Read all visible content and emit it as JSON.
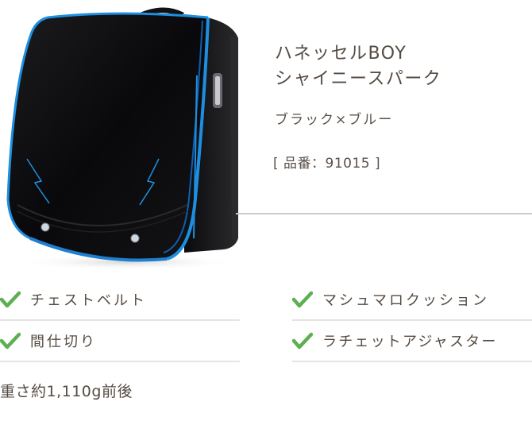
{
  "product": {
    "image_alt": "ランドセル（ブラック×ブルー）",
    "title_line1": "ハネッセルBOY",
    "title_line2": "シャイニースパーク",
    "color": "ブラック×ブルー",
    "sku": "[ 品番：91015 ]",
    "weight": "重さ約1,110g前後"
  },
  "features": [
    {
      "label": "チェストベルト",
      "icon": "check-icon"
    },
    {
      "label": "間仕切り",
      "icon": "check-icon"
    },
    {
      "label": "マシュマロクッション",
      "icon": "check-icon"
    },
    {
      "label": "ラチェットアジャスター",
      "icon": "check-icon"
    }
  ],
  "colors": {
    "text": "#554b42",
    "check": "#5cb050",
    "divider": "#e6e4e2",
    "top_divider": "#cfcac6",
    "bag_body": "#0c0c0e",
    "bag_trim": "#1e8fe0"
  }
}
